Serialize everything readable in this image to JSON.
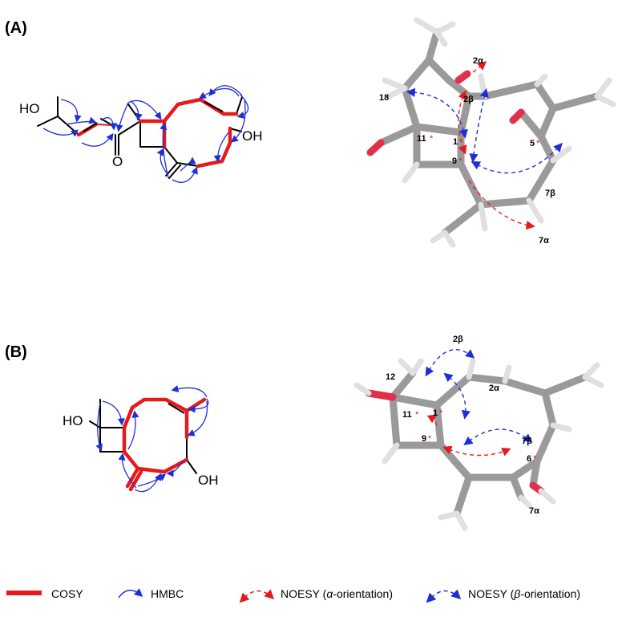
{
  "panels": [
    {
      "label": "(A)",
      "structure_labels": {
        "ho": "HO",
        "oh": "OH",
        "o": "O"
      },
      "model_labels": {
        "c2a": "2α",
        "c2b": "2β",
        "c18": "18",
        "c11": "11",
        "c1": "1",
        "c9": "9",
        "c5": "5",
        "c7b": "7β",
        "c7a": "7α",
        "star": "*"
      }
    },
    {
      "label": "(B)",
      "structure_labels": {
        "ho": "HO",
        "oh": "OH"
      },
      "model_labels": {
        "c2b": "2β",
        "c12": "12",
        "c2a": "2α",
        "c11": "11",
        "c1": "1",
        "c9": "9",
        "c7b": "7β",
        "c6": "6",
        "c7a": "7α",
        "star": "*"
      }
    }
  ],
  "legend": {
    "cosy": "COSY",
    "hmbc": "HMBC",
    "noesy_alpha_prefix": "NOESY (",
    "noesy_alpha_greek": "α",
    "noesy_alpha_suffix": "-orientation)",
    "noesy_beta_prefix": "NOESY (",
    "noesy_beta_greek": "β",
    "noesy_beta_suffix": "-orientation)"
  },
  "colors": {
    "cosy": "#e41a1c",
    "hmbc": "#1f2fd8",
    "noesy_alpha": "#e41a1c",
    "noesy_beta": "#1f2fd8",
    "bond": "#000000",
    "carbon": "#9a9a9a",
    "hydrogen": "#e0e0e0",
    "oxygen": "#e0304a"
  }
}
